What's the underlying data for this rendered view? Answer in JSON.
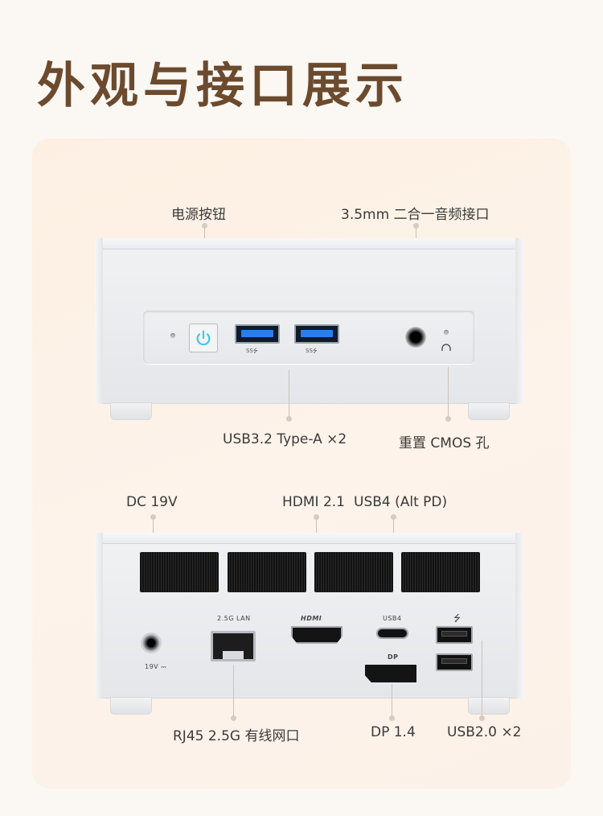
{
  "title": "外观与接口展示",
  "front": {
    "label_power": "电源按钮",
    "label_audio": "3.5mm 二合一音频接口",
    "label_usb": "USB3.2 Type-A ×2",
    "label_cmos": "重置 CMOS 孔",
    "usb_port_marks": [
      "SS⭍",
      "SS⭍"
    ]
  },
  "back": {
    "label_dc": "DC 19V",
    "label_hdmi": "HDMI 2.1",
    "label_usb4": "USB4 (Alt PD)",
    "label_rj45": "RJ45 2.5G 有线网口",
    "label_dp": "DP 1.4",
    "label_usb2": "USB2.0 ×2",
    "port_mark_lan": "2.5G LAN",
    "port_mark_hdmi": "HDMI",
    "port_mark_usb4": "USB4",
    "port_mark_dp": "DP",
    "port_mark_dc": "19V ⎓",
    "port_mark_usb": "⭍"
  },
  "colors": {
    "title": "#6b4a2e",
    "panel_bg": "#fdf1e6",
    "usb3_blue": "#2b7de9",
    "power_glow": "#3ec7f0"
  }
}
